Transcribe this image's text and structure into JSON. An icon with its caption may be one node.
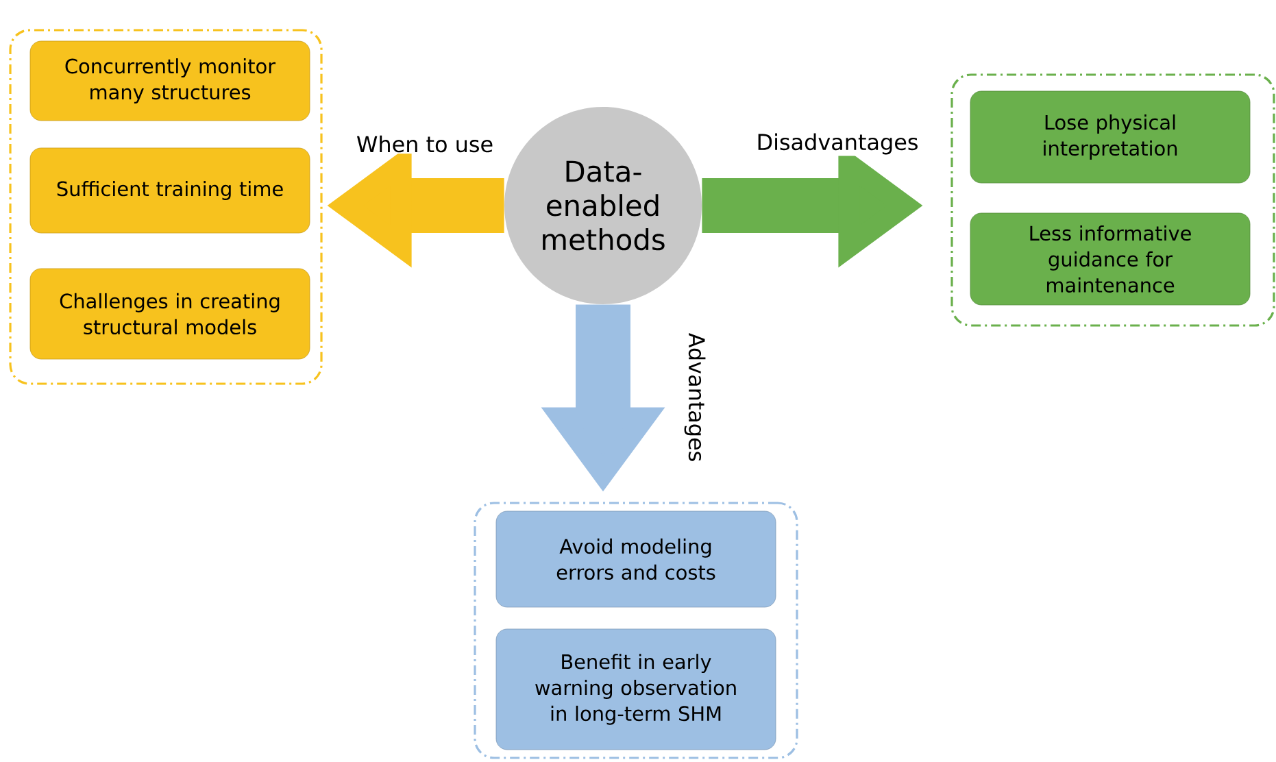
{
  "diagram": {
    "nodes": [
      {
        "text": [],
        "shape": "box"
      },
      {
        "text": [
          "Concurrently monitor many structures"
        ],
        "in": 0
      },
      {
        "text": [
          "Sufficient training time"
        ],
        "in": 0
      },
      {
        "text": [
          "Challenges in creating structural models"
        ],
        "in": 0
      },
      {
        "text": [
          "Data-enabled methods"
        ]
      },
      {
        "text": [],
        "shape": "box"
      },
      {
        "text": [
          "Lose physical interpretation"
        ],
        "in": 5
      },
      {
        "text": [
          "Less informative guidance for maintenance"
        ],
        "in": 5
      },
      {
        "text": [],
        "shape": "box"
      },
      {
        "text": [
          "Avoid modeling errors and costs"
        ],
        "in": 8
      },
      {
        "text": [
          "Benefit in early warning observation in long-term SHM"
        ],
        "in": 8
      }
    ],
    "edges": [
      {
        "from": 4,
        "to": 0,
        "arrow": "to",
        "label": "When to use",
        "color": "#f7c21e"
      },
      {
        "from": 4,
        "to": 5,
        "arrow": "to",
        "label": "Disadvantages",
        "color": "#6ab04c"
      },
      {
        "from": 4,
        "to": 8,
        "arrow": "to",
        "label": "Advantages",
        "color": "#9dbfe3"
      }
    ]
  }
}
